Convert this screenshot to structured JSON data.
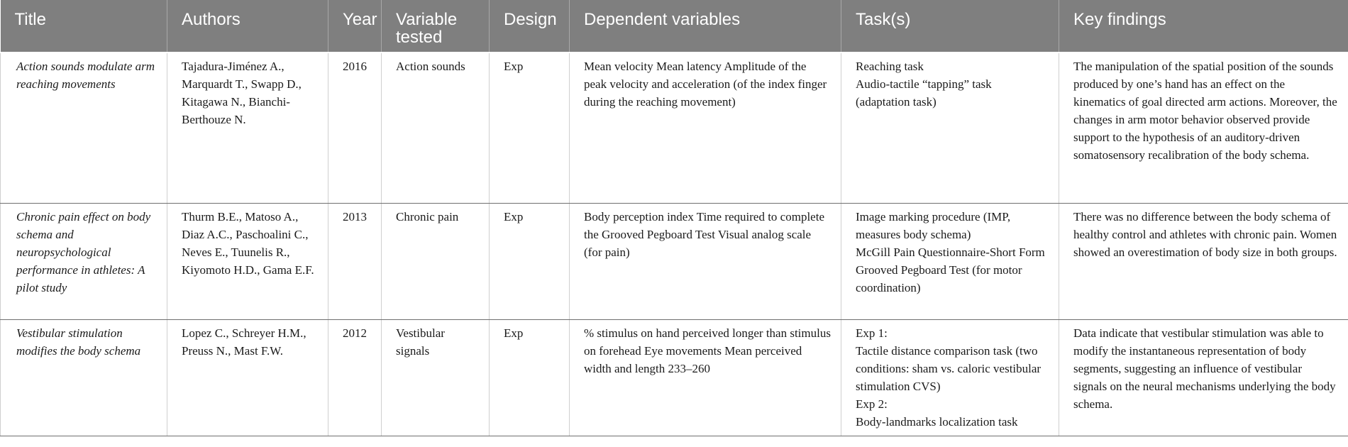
{
  "table": {
    "headers": [
      "Title",
      "Authors",
      "Year",
      "Variable tested",
      "Design",
      "Dependent variables",
      "Task(s)",
      "Key findings"
    ],
    "rows": [
      {
        "title": "Action sounds modulate arm reaching movements",
        "authors": "Tajadura-Jiménez A., Marquardt T., Swapp D., Kitagawa N., Bianchi-Berthouze N.",
        "year": "2016",
        "variable": "Action sounds",
        "design": "Exp",
        "dependent": "Mean velocity Mean latency Amplitude of the peak velocity and acceleration (of the index finger during the reaching movement)",
        "tasks": [
          "Reaching task",
          "Audio-tactile “tapping” task (adaptation task)"
        ],
        "findings": "The manipulation of the spatial position of the sounds produced by one’s hand has an effect on the kinematics of goal directed arm actions. Moreover, the changes in arm motor behavior observed provide support to the hypothesis of an auditory-driven somatosensory recalibration of the body schema."
      },
      {
        "title": "Chronic pain effect on body schema and neuropsychological performance in athletes: A pilot study",
        "authors": "Thurm B.E., Matoso A., Diaz A.C., Paschoalini C., Neves E., Tuunelis R., Kiyomoto H.D., Gama E.F.",
        "year": "2013",
        "variable": "Chronic pain",
        "design": "Exp",
        "dependent": "Body perception index Time required to complete the Grooved Pegboard Test Visual analog scale (for pain)",
        "tasks": [
          "Image marking procedure (IMP, measures body schema)",
          "McGill Pain Questionnaire-Short Form",
          "Grooved Pegboard Test (for motor coordination)"
        ],
        "findings": "There was no difference between the body schema of healthy control and athletes with chronic pain. Women showed an overestimation of body size in both groups."
      },
      {
        "title": "Vestibular stimulation modifies the body schema",
        "authors": "Lopez C., Schreyer H.M., Preuss N., Mast F.W.",
        "year": "2012",
        "variable": "Vestibular signals",
        "design": "Exp",
        "dependent": "% stimulus on hand perceived longer than stimulus on forehead Eye movements Mean perceived width and length 233–260",
        "tasks": [
          "Exp 1:",
          "Tactile distance comparison task (two conditions: sham vs. caloric vestibular stimulation CVS)",
          "Exp 2:",
          "Body-landmarks localization task"
        ],
        "findings": "Data indicate that vestibular stimulation was able to modify the instantaneous representation of body segments, suggesting an influence of vestibular signals on the neural mechanisms underlying the body schema."
      }
    ]
  }
}
